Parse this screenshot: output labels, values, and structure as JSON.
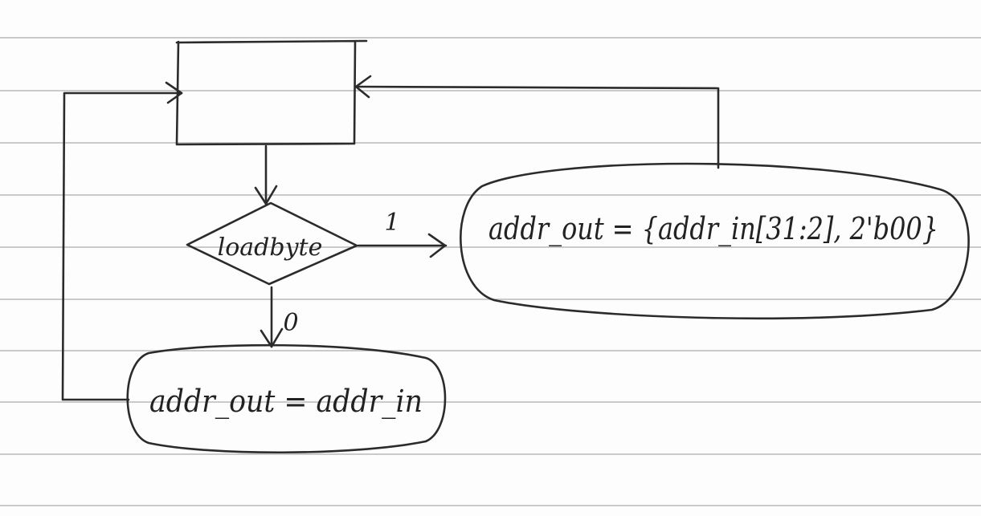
{
  "diagram": {
    "decision": {
      "text": "loadbyte"
    },
    "branch_true_label": "1",
    "branch_false_label": "0",
    "output_true": {
      "text": "addr_out = {addr_in[31:2], 2'b00}"
    },
    "output_false": {
      "text": "addr_out = addr_in"
    },
    "ink_color": "#2b2b2b",
    "ruling_color": "#b9b9b9"
  }
}
